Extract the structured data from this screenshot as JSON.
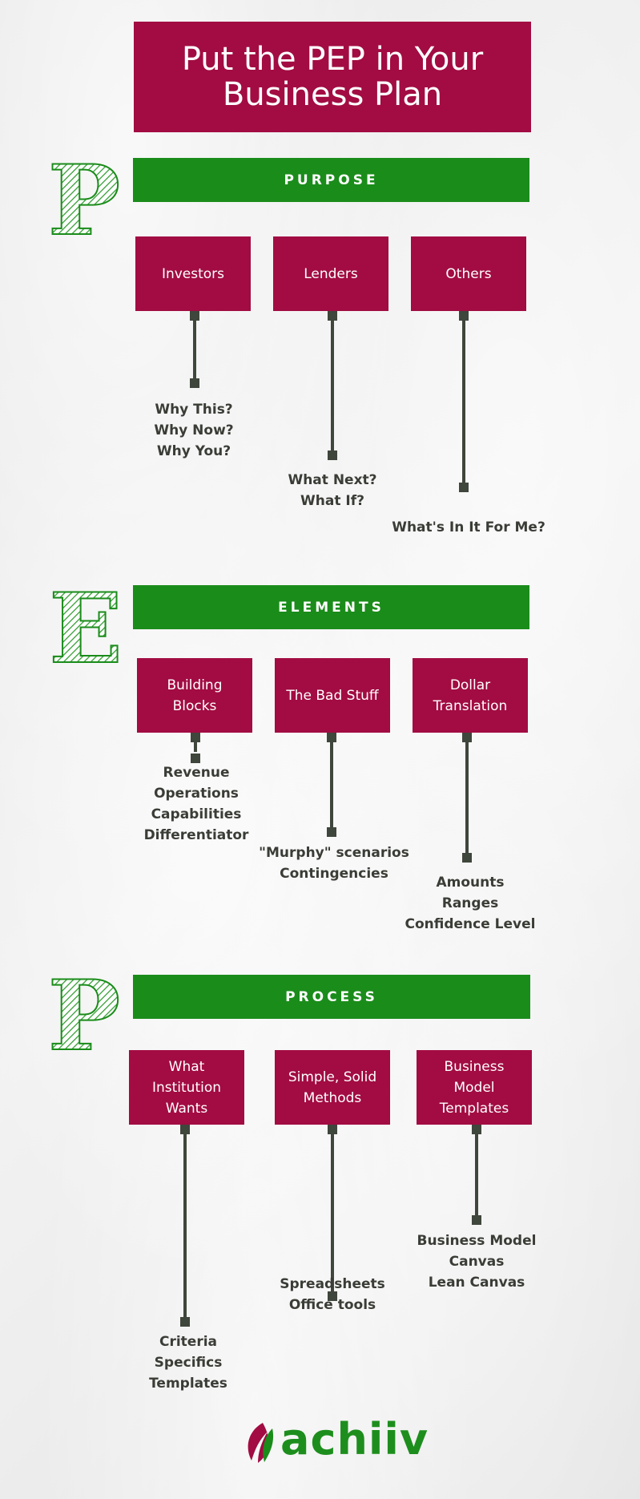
{
  "title": "Put the PEP in Your\nBusiness Plan",
  "colors": {
    "crimson": "#a20c42",
    "green": "#1a8c1a",
    "connector": "#3f463b",
    "text": "#3a3d36"
  },
  "sections": [
    {
      "letter": "P",
      "label": "PURPOSE",
      "cards": [
        {
          "label": "Investors",
          "notes": [
            "Why This?",
            "Why Now?",
            "Why You?"
          ]
        },
        {
          "label": "Lenders",
          "notes": [
            "What Next?",
            "What If?"
          ]
        },
        {
          "label": "Others",
          "notes": [
            "What's In It For Me?"
          ]
        }
      ]
    },
    {
      "letter": "E",
      "label": "ELEMENTS",
      "cards": [
        {
          "label": "Building\nBlocks",
          "notes": [
            "Revenue",
            "Operations",
            "Capabilities",
            "Differentiator"
          ]
        },
        {
          "label": "The Bad Stuff",
          "notes": [
            "\"Murphy\" scenarios",
            "Contingencies"
          ]
        },
        {
          "label": "Dollar\nTranslation",
          "notes": [
            "Amounts",
            "Ranges",
            "Confidence Level"
          ]
        }
      ]
    },
    {
      "letter": "P",
      "label": "PROCESS",
      "cards": [
        {
          "label": "What\nInstitution\nWants",
          "notes": [
            "Criteria",
            "Specifics",
            "Templates"
          ]
        },
        {
          "label": "Simple, Solid\nMethods",
          "notes": [
            "Spreadsheets",
            "Office tools"
          ]
        },
        {
          "label": "Business\nModel\nTemplates",
          "notes": [
            "Business Model",
            "Canvas",
            "Lean Canvas"
          ]
        }
      ]
    }
  ],
  "logo": {
    "text": "achiiv",
    "icon": "leaf-swirl-icon"
  }
}
